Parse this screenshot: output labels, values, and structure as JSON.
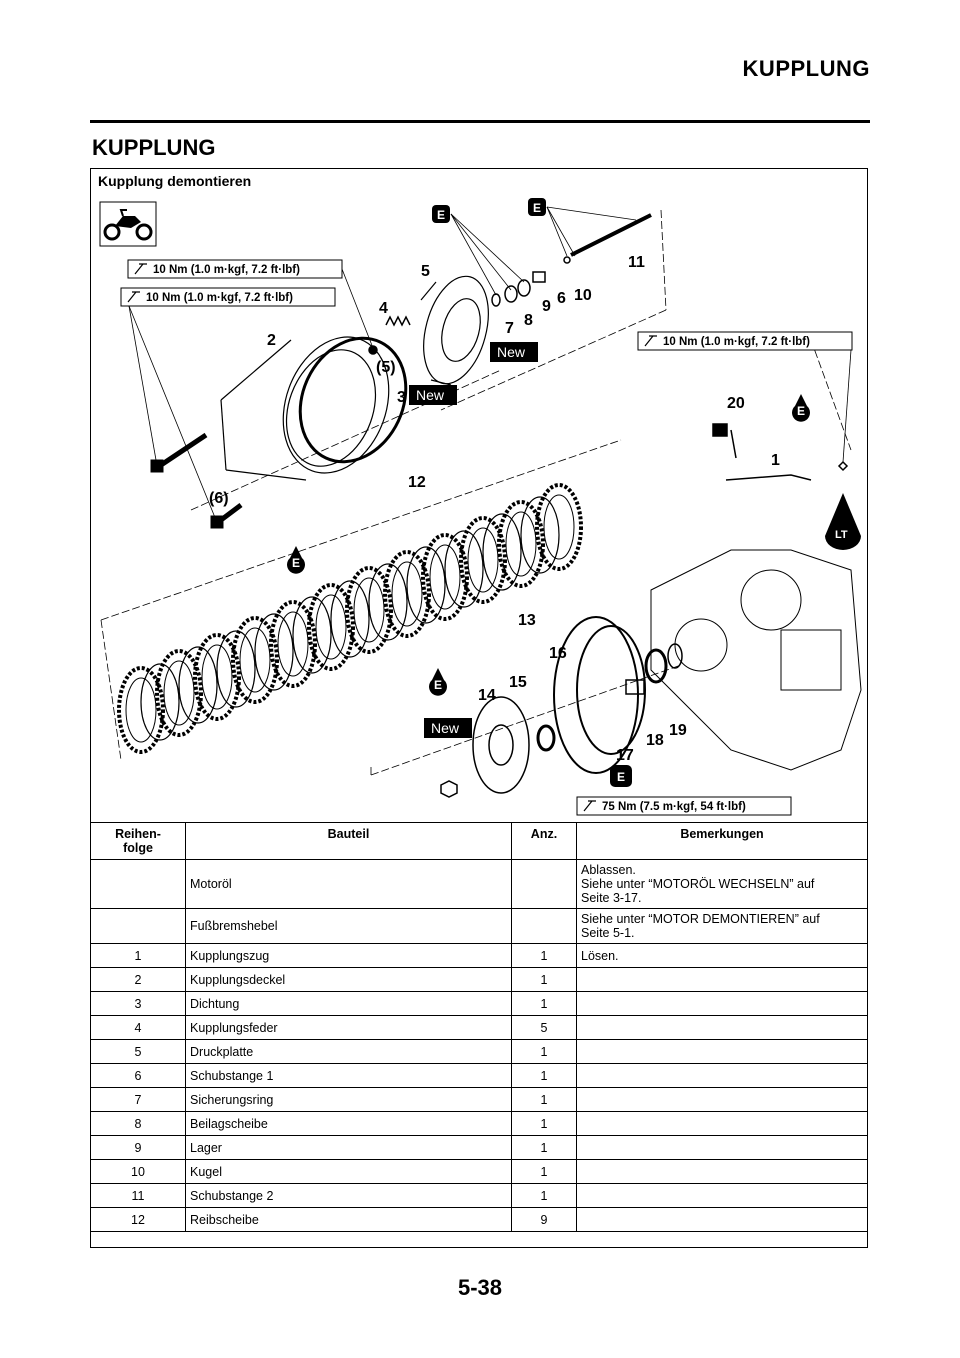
{
  "header": {
    "title": "KUPPLUNG"
  },
  "section": {
    "title": "KUPPLUNG"
  },
  "diagram": {
    "title": "Kupplung demontieren",
    "torques": {
      "t1": "10 Nm (1.0 m·kgf, 7.2 ft·lbf)",
      "t2": "10 Nm (1.0 m·kgf, 7.2 ft·lbf)",
      "t3": "10 Nm (1.0 m·kgf, 7.2 ft·lbf)",
      "t4": "75 Nm (7.5 m·kgf, 54 ft·lbf)"
    },
    "new_label": "New",
    "oil_letter": "E",
    "lt_label": "LT",
    "callouts": {
      "n1": "1",
      "n2": "2",
      "n3": "3",
      "n4": "4",
      "n5": "5",
      "n6": "6",
      "n7": "7",
      "n8": "8",
      "n9": "9",
      "n10": "10",
      "n11": "11",
      "n12": "12",
      "n13": "13",
      "n14": "14",
      "n15": "15",
      "n16": "16",
      "n17": "17",
      "n18": "18",
      "n19": "19",
      "n20": "20",
      "p5": "(5)",
      "p6": "(6)"
    }
  },
  "table": {
    "headers": [
      "Reihen-\nfolge",
      "Bauteil",
      "Anz.",
      "Bemerkungen"
    ],
    "rows": [
      [
        "",
        "Motoröl",
        "",
        "Ablassen.\nSiehe unter “MOTORÖL WECHSELN” auf\nSeite 3-17."
      ],
      [
        "",
        "Fußbremshebel",
        "",
        "Siehe unter “MOTOR DEMONTIEREN” auf\nSeite 5-1."
      ],
      [
        "1",
        "Kupplungszug",
        "1",
        "Lösen."
      ],
      [
        "2",
        "Kupplungsdeckel",
        "1",
        ""
      ],
      [
        "3",
        "Dichtung",
        "1",
        ""
      ],
      [
        "4",
        "Kupplungsfeder",
        "5",
        ""
      ],
      [
        "5",
        "Druckplatte",
        "1",
        ""
      ],
      [
        "6",
        "Schubstange 1",
        "1",
        ""
      ],
      [
        "7",
        "Sicherungsring",
        "1",
        ""
      ],
      [
        "8",
        "Beilagscheibe",
        "1",
        ""
      ],
      [
        "9",
        "Lager",
        "1",
        ""
      ],
      [
        "10",
        "Kugel",
        "1",
        ""
      ],
      [
        "11",
        "Schubstange 2",
        "1",
        ""
      ],
      [
        "12",
        "Reibscheibe",
        "9",
        ""
      ]
    ]
  },
  "footer": {
    "page": "5-38"
  }
}
